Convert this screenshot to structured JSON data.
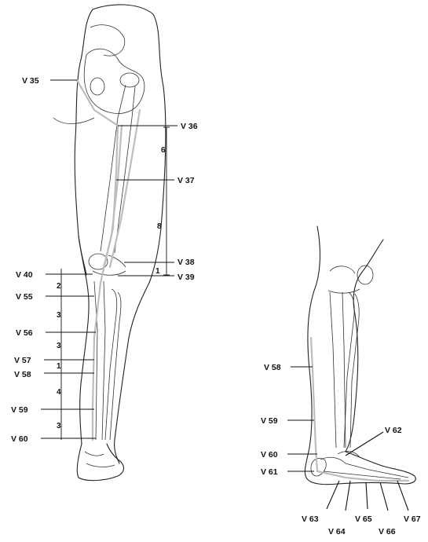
{
  "leg_side": {
    "labels": {
      "v35": "V 35",
      "v36": "V 36",
      "v37": "V 37",
      "v38": "V 38",
      "v39": "V 39",
      "v40": "V 40",
      "v55": "V 55",
      "v56": "V 56",
      "v57": "V 57",
      "v58": "V 58",
      "v59": "V 59",
      "v60": "V 60"
    },
    "thigh_scale": {
      "upper": "6",
      "lower": "8",
      "knee": "1"
    },
    "lower_leg_scale": {
      "a": "2",
      "b": "3",
      "c": "3",
      "d": "1",
      "e": "4",
      "f": "3"
    }
  },
  "foot_side": {
    "labels": {
      "v58": "V 58",
      "v59": "V 59",
      "v60": "V 60",
      "v61": "V 61",
      "v62": "V 62",
      "v63": "V 63",
      "v64": "V 64",
      "v65": "V 65",
      "v66": "V 66",
      "v67": "V 67"
    }
  },
  "colors": {
    "line": "#222222",
    "meridian": "#bdbdbd",
    "background": "#ffffff"
  }
}
